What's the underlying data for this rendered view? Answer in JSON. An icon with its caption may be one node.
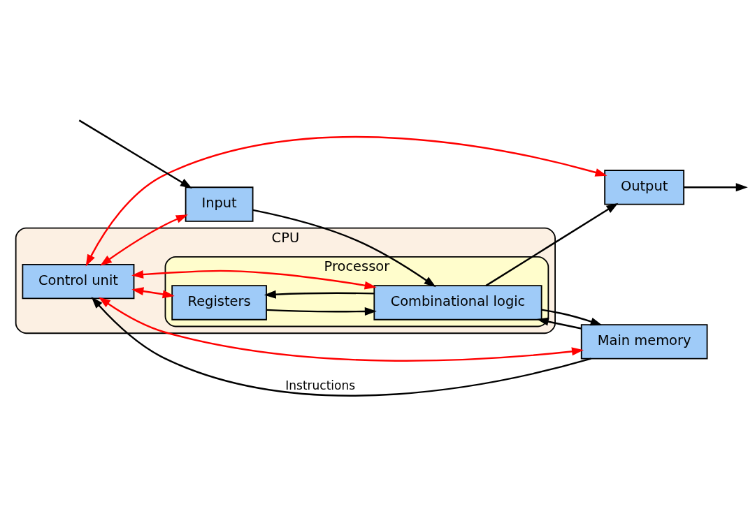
{
  "diagram": {
    "nodes": [
      {
        "text": [
          "CPU"
        ]
      },
      {
        "text": [
          "Control unit"
        ],
        "in": 0
      },
      {
        "text": [
          "Processor"
        ],
        "in": 0
      },
      {
        "text": [
          "Registers"
        ],
        "in": 2
      },
      {
        "text": [
          "Combinational logic"
        ],
        "in": 2
      },
      {
        "text": [
          "Input"
        ]
      },
      {
        "text": [
          "Output"
        ]
      },
      {
        "text": [
          "Main memory"
        ]
      }
    ],
    "edges": [
      {
        "from": 1,
        "to": 5,
        "arrow": "both",
        "color": "#ff0000"
      },
      {
        "from": 1,
        "to": 7,
        "arrow": "both",
        "color": "#ff0000"
      },
      {
        "from": 1,
        "to": 4,
        "arrow": "both",
        "color": "#ff0000"
      },
      {
        "from": 1,
        "to": 3,
        "arrow": "both",
        "color": "#ff0000"
      },
      {
        "from": 1,
        "to": 6,
        "arrow": "both",
        "color": "#ff0000"
      },
      {
        "from": 7,
        "to": 1,
        "arrow": "to",
        "label": "Instructions"
      },
      {
        "from": 3,
        "to": 4,
        "arrow": "to"
      },
      {
        "from": 4,
        "to": 3,
        "arrow": "to"
      },
      {
        "from": null,
        "to": 5,
        "arrow": "to"
      },
      {
        "from": 5,
        "to": 4,
        "arrow": "to"
      },
      {
        "from": 4,
        "to": 6,
        "arrow": "to"
      },
      {
        "from": 6,
        "to": null,
        "arrow": "to"
      },
      {
        "from": 7,
        "to": 4,
        "arrow": "to"
      },
      {
        "from": 4,
        "to": 7,
        "arrow": "to"
      }
    ]
  }
}
